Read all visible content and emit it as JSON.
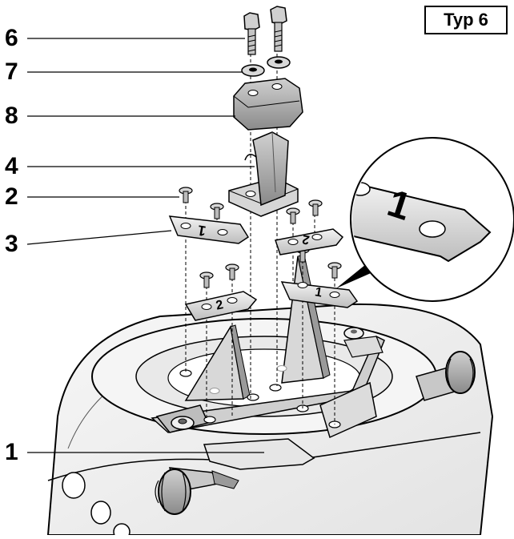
{
  "badge": {
    "label": "Typ 6"
  },
  "callouts": [
    {
      "id": "c6",
      "num": "6"
    },
    {
      "id": "c7",
      "num": "7"
    },
    {
      "id": "c8",
      "num": "8"
    },
    {
      "id": "c4",
      "num": "4"
    },
    {
      "id": "c2",
      "num": "2"
    },
    {
      "id": "c3",
      "num": "3"
    },
    {
      "id": "c1",
      "num": "1"
    }
  ],
  "plates": {
    "detail_plate_number": "1",
    "left_top_plate_number": "1",
    "right_top_plate_number": "2",
    "left_lower_plate_number": "2",
    "right_lower_plate_number": "1"
  }
}
